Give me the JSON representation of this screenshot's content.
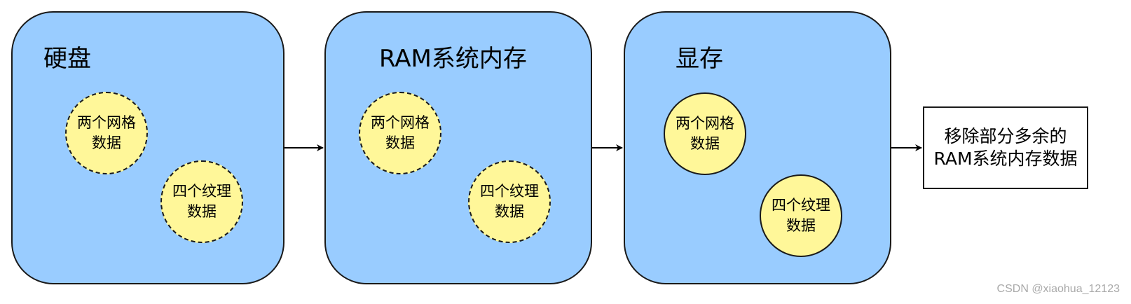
{
  "stages": [
    {
      "title": "硬盘",
      "items": [
        {
          "line1": "两个网格",
          "line2": "数据",
          "style": "dashed"
        },
        {
          "line1": "四个纹理",
          "line2": "数据",
          "style": "dashed"
        }
      ]
    },
    {
      "title": "RAM系统内存",
      "items": [
        {
          "line1": "两个网格",
          "line2": "数据",
          "style": "dashed"
        },
        {
          "line1": "四个纹理",
          "line2": "数据",
          "style": "dashed"
        }
      ]
    },
    {
      "title": "显存",
      "items": [
        {
          "line1": "两个网格",
          "line2": "数据",
          "style": "solid"
        },
        {
          "line1": "四个纹理",
          "line2": "数据",
          "style": "solid"
        }
      ]
    }
  ],
  "result": {
    "line1": "移除部分多余的",
    "line2": "RAM系统内存数据"
  },
  "watermark": "CSDN @xiaohua_12123",
  "colors": {
    "stage_fill": "#99ccff",
    "item_fill": "#fff799",
    "stroke": "#1a1a1a",
    "result_fill": "#ffffff"
  }
}
